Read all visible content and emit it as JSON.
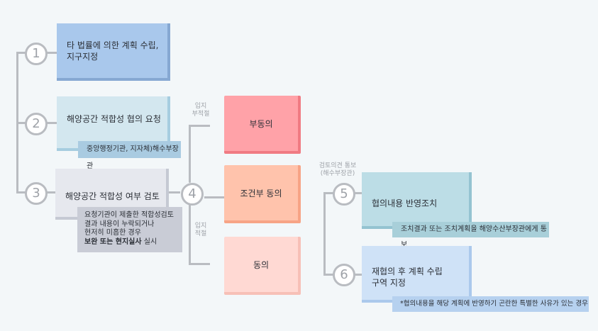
{
  "steps": [
    {
      "num": "1",
      "title": "타 법률에 의한 계획 수립,\n지구지정"
    },
    {
      "num": "2",
      "title": "해양공간 적합성 협의 요청",
      "note": "중앙행정기관, 지자체)해수부장관"
    },
    {
      "num": "3",
      "title": "해양공간 적합성 여부 검토",
      "note_lines": [
        "요청기관이 제출한 적합성검토",
        "결과 내용이 누락되거나",
        "현저히 미흡한 경우"
      ],
      "note_bold": "보완 또는 현지실사",
      "note_tail": " 실시"
    },
    {
      "num": "4"
    },
    {
      "num": "5",
      "title": "협의내용 반영조치",
      "note": "조치결과 또는 조치계획을 해양수산부장관에게 통보"
    },
    {
      "num": "6",
      "title": "재협의 후 계획 수립\n구역 지정",
      "note": "*협의내용을 해당 계획에 반영하기 곤란한 특별한 사유가 있는 경우"
    }
  ],
  "outcomes": {
    "reject": "부동의",
    "conditional": "조건부 동의",
    "agree": "동의"
  },
  "labels": {
    "unfit": "입지\n부적절",
    "fit": "입지\n적절",
    "review_notice": "검토의견 통보\n(해수부장관)"
  },
  "colors": {
    "box1": "#a9c8ec",
    "box2": "#d3e7ef",
    "box3": "#e6e8ee",
    "reject": "#ffa2a8",
    "conditional": "#ffc3ac",
    "agree": "#ffd9d3",
    "box5": "#bcdde6",
    "box6": "#cfe2f7",
    "connector": "#b9bcc1"
  }
}
